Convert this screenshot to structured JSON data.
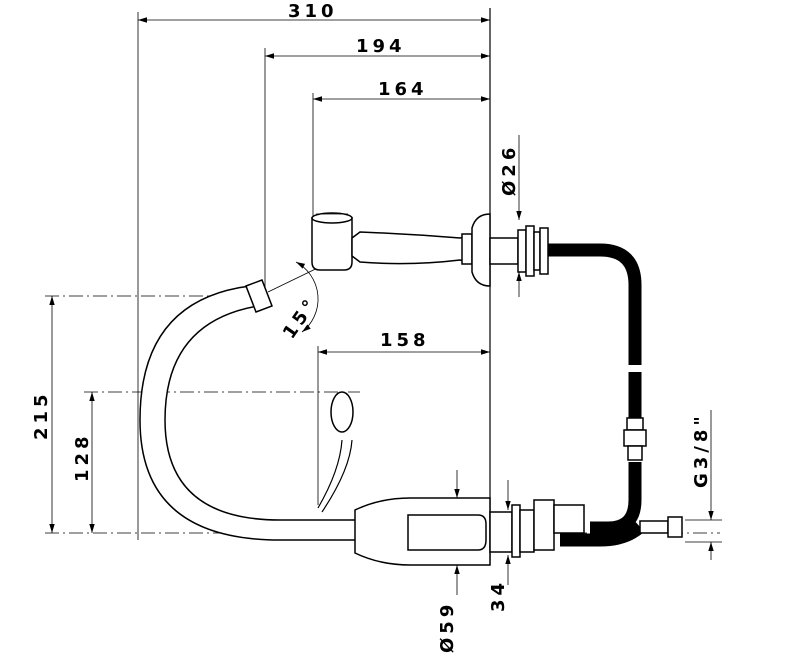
{
  "dimensions": {
    "overall_width": "310",
    "spout_to_wall": "194",
    "handle_to_wall": "164",
    "lever_to_wall": "158",
    "wall_diameter": "Ø26",
    "tilt_angle": "15°",
    "height_total": "215",
    "height_lower": "128",
    "base_diameter": "Ø59",
    "flange_thickness": "34",
    "thread_size": "G3/8\""
  },
  "colors": {
    "line": "#000000",
    "background": "#ffffff"
  }
}
